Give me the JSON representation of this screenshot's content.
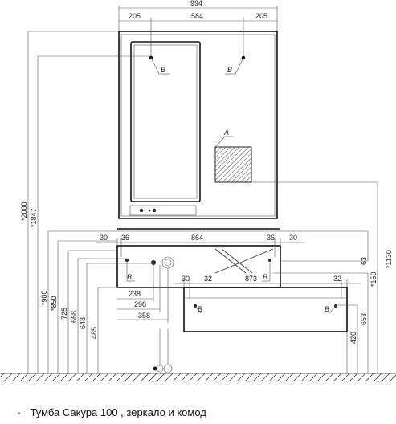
{
  "caption": "Тумба Сакура 100 , зеркало и комод",
  "caption_bullet": "•",
  "dims": {
    "top_total": "994",
    "top_left": "205",
    "top_mid": "584",
    "top_right": "205",
    "row_30_left": "30",
    "row_36_left": "36",
    "row_864": "864",
    "row_36_right": "36",
    "row_30_right": "30",
    "row_30_low": "30",
    "row_32_left": "32",
    "row_873": "873",
    "row_32_right": "32",
    "h_238": "238",
    "h_298": "298",
    "h_358": "358",
    "v_2000": "*2000",
    "v_1847": "*1847",
    "v_900": "*900",
    "v_850": "*850",
    "v_725": "725",
    "v_668": "668",
    "v_648": "648",
    "v_485": "485",
    "v_63": "63",
    "v_1130": "*1130",
    "v_150": "*150",
    "v_653": "653",
    "v_420": "420"
  },
  "labels": {
    "B": "B",
    "A": "A"
  }
}
